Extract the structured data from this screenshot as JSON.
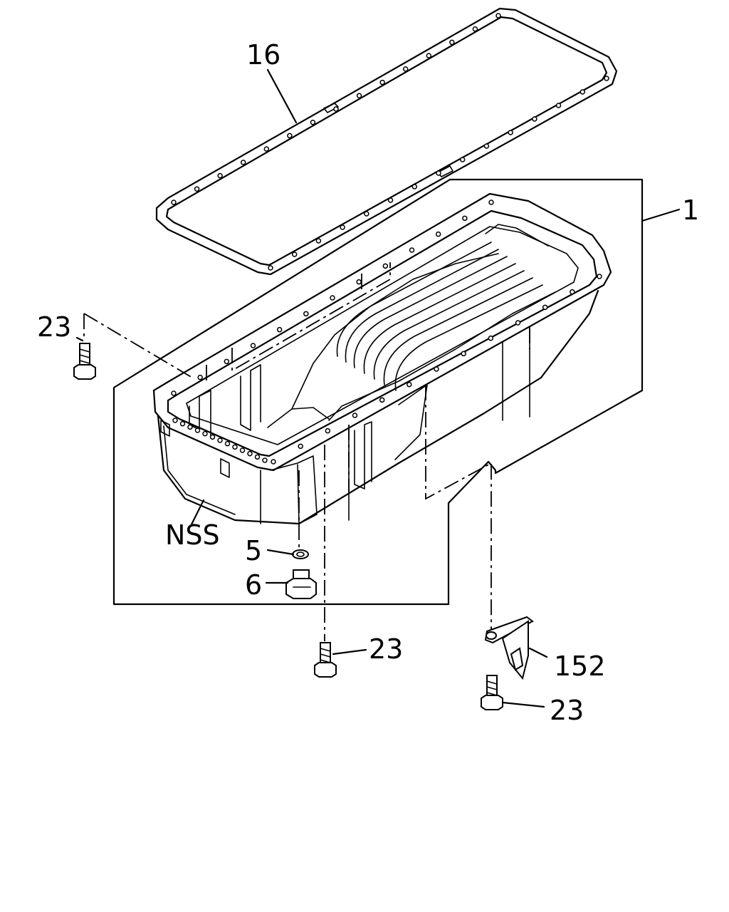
{
  "callouts": {
    "gasket": "16",
    "oil_pan_assembly": "1",
    "bolt_upper_left": "23",
    "oil_pan_nss": "NSS",
    "washer": "5",
    "drain_plug": "6",
    "bolt_center": "23",
    "bracket": "152",
    "bolt_lower_right": "23"
  }
}
